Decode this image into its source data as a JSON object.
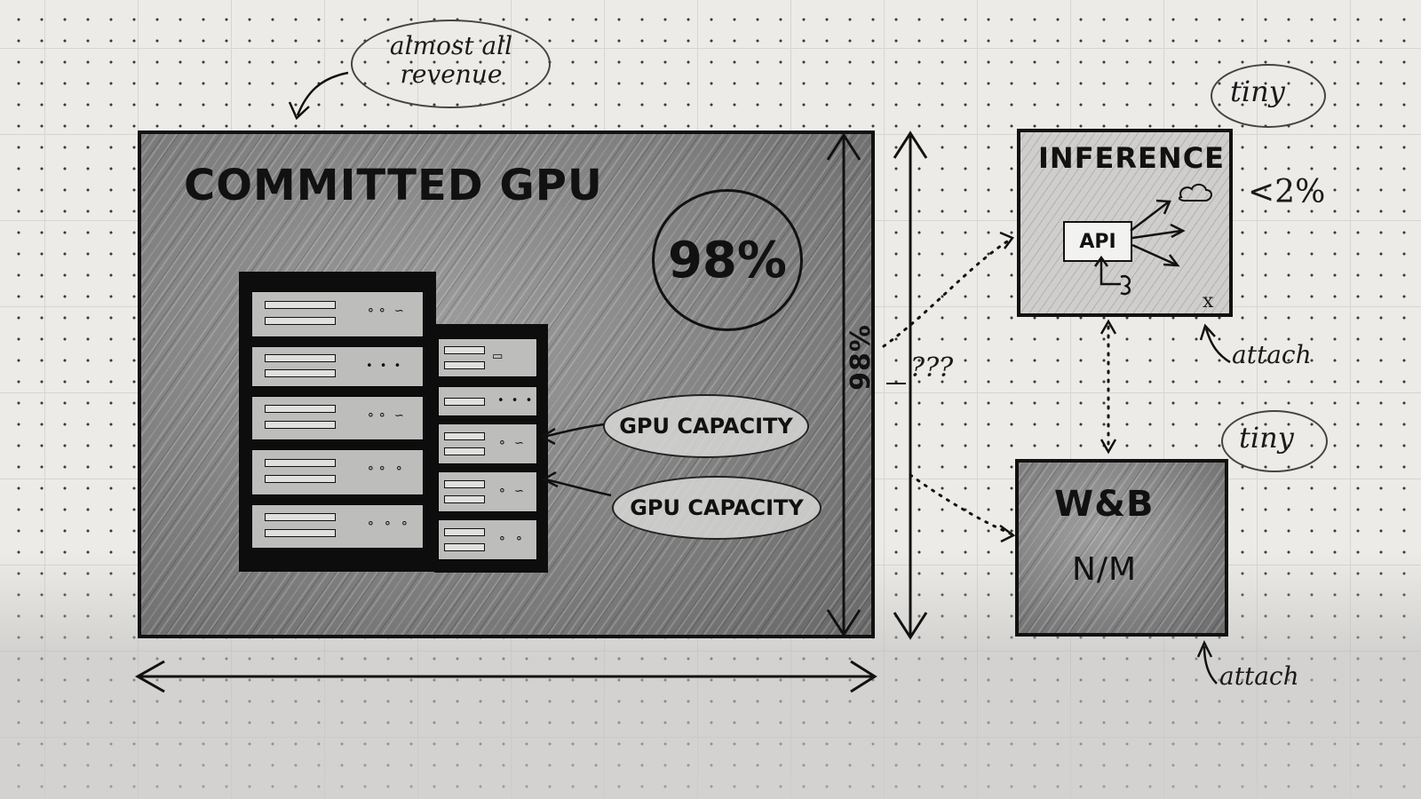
{
  "committed": {
    "title": "COMMITTED GPU",
    "percent": "98%",
    "side_percent": "98%",
    "annotation": "almost all\nrevenue",
    "capacity_labels": [
      "GPU CAPACITY",
      "GPU CAPACITY"
    ]
  },
  "connector": {
    "question": "???"
  },
  "inference": {
    "title": "INFERENCE",
    "api_label": "API",
    "share": "<2%",
    "size_note": "tiny",
    "attach_note": "attach",
    "mark": "x"
  },
  "wandb": {
    "title": "W&B",
    "share": "N/M",
    "size_note": "tiny",
    "attach_note": "attach"
  }
}
